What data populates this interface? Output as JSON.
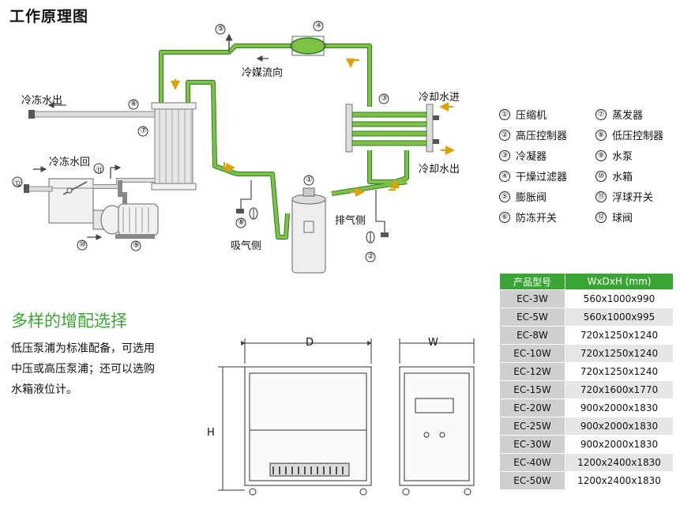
{
  "title": "工作原理图",
  "diagram": {
    "refrigerant_flow": "冷媒流向",
    "chilled_water_out": "冷冻水出",
    "chilled_water_return": "冷冻水回",
    "cooling_water_in": "冷却水进",
    "cooling_water_out": "冷却水出",
    "suction_side": "吸气侧",
    "discharge_side": "排气侧",
    "markers": [
      "①",
      "②",
      "③",
      "④",
      "⑤",
      "⑥",
      "⑦",
      "⑧",
      "⑨",
      "⑩",
      "⑪",
      "⑫"
    ]
  },
  "legend": [
    {
      "num": "①",
      "label": "压缩机"
    },
    {
      "num": "⑦",
      "label": "蒸发器"
    },
    {
      "num": "②",
      "label": "高压控制器"
    },
    {
      "num": "⑧",
      "label": "低压控制器"
    },
    {
      "num": "③",
      "label": "冷凝器"
    },
    {
      "num": "⑨",
      "label": "水泵"
    },
    {
      "num": "④",
      "label": "干燥过滤器"
    },
    {
      "num": "⑩",
      "label": "水箱"
    },
    {
      "num": "⑤",
      "label": "膨胀阀"
    },
    {
      "num": "⑪",
      "label": "浮球开关"
    },
    {
      "num": "⑥",
      "label": "防冻开关"
    },
    {
      "num": "⑫",
      "label": "球阀"
    }
  ],
  "options": {
    "title": "多样的增配选择",
    "lines": [
      "低压泵浦为标准配备，可选用",
      "中压或高压泵浦；还可以选购",
      "水箱液位计。"
    ]
  },
  "drawing": {
    "d": "D",
    "w": "W",
    "h": "H"
  },
  "spec_table": {
    "headers": [
      "产品型号",
      "WxDxH  (mm)"
    ],
    "rows": [
      [
        "EC-3W",
        "560x1000x990"
      ],
      [
        "EC-5W",
        "560x1000x995"
      ],
      [
        "EC-8W",
        "720x1250x1240"
      ],
      [
        "EC-10W",
        "720x1250x1240"
      ],
      [
        "EC-12W",
        "720x1250x1240"
      ],
      [
        "EC-15W",
        "720x1600x1770"
      ],
      [
        "EC-20W",
        "900x2000x1830"
      ],
      [
        "EC-25W",
        "900x2000x1830"
      ],
      [
        "EC-30W",
        "900x2000x1830"
      ],
      [
        "EC-40W",
        "1200x2400x1830"
      ],
      [
        "EC-50W",
        "1200x2400x1830"
      ]
    ]
  },
  "colors": {
    "pipe": "#7dc242",
    "accent": "#3aa535"
  }
}
